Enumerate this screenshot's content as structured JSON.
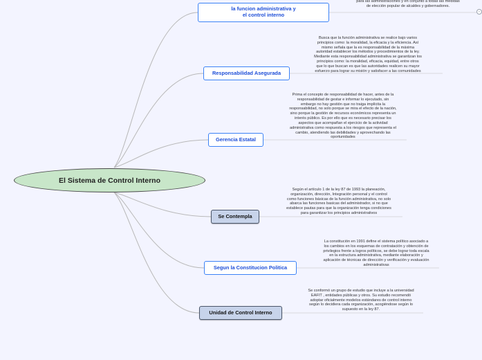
{
  "central": {
    "label": "El Sistema de Control Interno"
  },
  "topics": [
    {
      "label": "la funcion administrativa y\nel control interno",
      "note": "para las administraciones y en conjunto a todas las medidas\nde elección popular de  alcaldes y gobernadores."
    },
    {
      "label": "Responsabilidad Asegurada",
      "note": "Busca que la función administrativa se realice bajo varios\nprincipios como: la moralidad, la eficacia y la eficiencia. Así\nmismo señala que la es  responsabilidad de la máxima\nautoridad establecer los métodos y procedimientos de la ley.\nMediante esta responsabilidad administrativa se garantizan los\nprincipios como: la moralidad, eficacia, equidad, entre otros\nque lo que buscan es que las autoridades realicen su mayor\nesfuerzo para lograr su misión y satisfacer a las comunidades"
    },
    {
      "label": "Gerencia Estatal",
      "note": "Prima el concepto de responsabilidad de hacer, antes de la\nresponsabilidad de gestar e informar lo ejecutado, sin\nembargo no hay gestión que no traiga implícita la\nresponsabilidad, no solo porque se mira el efecto de la nación,\nsino porque la gestión de recursos económicos representa un\ninterés público. Es  por ello que es necesario precisar los\naspectos que acompañan el ejercicio de la actividad\nadministrativa como respuesta a los riesgos que representa el\ncambio, atendiendo  las debilidades y aprovechando las\noportunidades"
    },
    {
      "label": "Se Contempla",
      "note": "Según el artículo 1 de la ley 87 de 1993 la planeación,\norganización, dirección, Integración personal y el control\ncomo funciones básicas de la función administrativa, no solo\nabarca  las funciones basicas del administrador, si no que\nestablece pautas para que la organización tenga condiciones\npara garantizar los principios administrativos"
    },
    {
      "label": "Segun la Constitucion Politica",
      "note": "La constitución en 1991 define el sistema político  asociado a\nlos cambios en los esquemas de contratación y obtención de\nprivilegios frente a logros políticos, se debe lograr toda escala\nen la estructura administrativa, mediante elaboración y\naplicación de técnicas de dirección y verificación y evaluación\nadministrativas"
    },
    {
      "label": "Unidad de Control Interno",
      "note": "Se conformó un grupo de estudio que incluye a la universidad\nEAFIT , entidades públicas y otros. Su estudio recomendó\nadoptar oficialmente modelos estándares de control interno\nsegún lo decidiera cada organización, acogiéndose según lo\nsupuesto en la ley 87."
    }
  ],
  "colors": {
    "link": "#b8b8b8",
    "central_fill": "#c8e6c9",
    "topic_border": "#3b82f6",
    "topic_text": "#1d4ed8",
    "topic_dark_fill": "#c7d3ea"
  }
}
